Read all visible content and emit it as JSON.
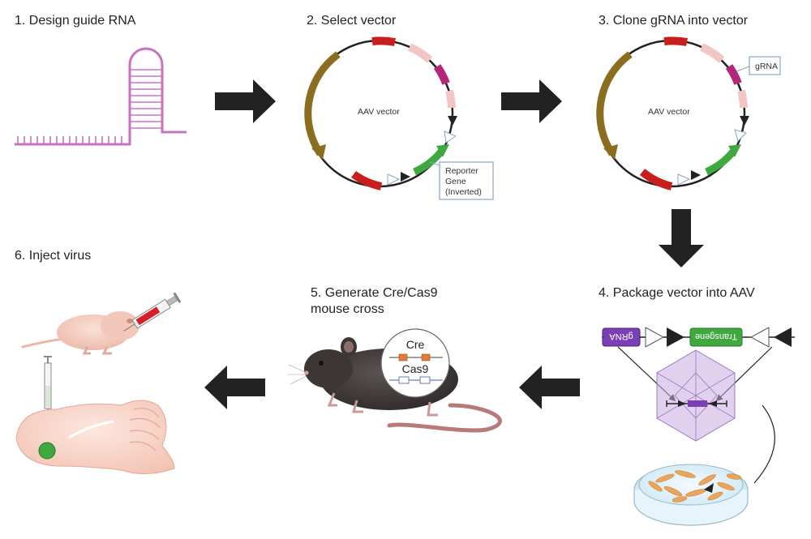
{
  "steps": [
    {
      "number": "1.",
      "title": "Design guide RNA"
    },
    {
      "number": "2.",
      "title": "Select vector"
    },
    {
      "number": "3.",
      "title": "Clone gRNA into vector"
    },
    {
      "number": "4.",
      "title": "Package vector into AAV"
    },
    {
      "number": "5.",
      "title_line1": "Generate Cre/Cas9",
      "title_line2": "mouse cross"
    },
    {
      "number": "6.",
      "title": "Inject virus"
    }
  ],
  "vector": {
    "center_label": "AAV vector",
    "reporter_line1": "Reporter",
    "reporter_line2": "Gene",
    "reporter_line3": "(Inverted)",
    "grna_callout": "gRNA"
  },
  "cassette": {
    "grna_label": "gRNA",
    "transgene_label": "Transgene"
  },
  "mouse_inset": {
    "cre_label": "Cre",
    "cas9_label": "Cas9"
  },
  "colors": {
    "arrow": "#222222",
    "red_segment": "#c81e1e",
    "pink_segment": "#f3c6c6",
    "magenta_segment": "#b5267a",
    "olive_segment": "#8a6d1e",
    "green_segment": "#3fa83f",
    "grna_purple": "#7b3fb5",
    "transgene_green": "#3fa83f",
    "rna_pink": "#c873c2",
    "capsid": "#c9a9e0"
  }
}
